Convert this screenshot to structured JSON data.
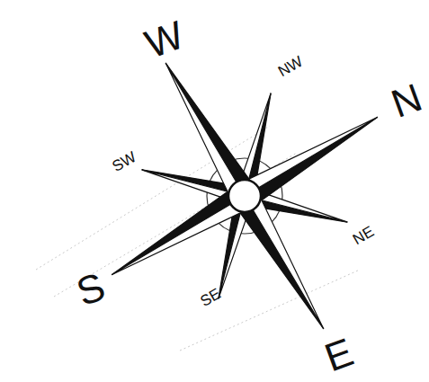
{
  "diagram": {
    "labels": [
      "W",
      "NW",
      "N",
      "SW",
      "NE",
      "S",
      "SE",
      "E"
    ]
  }
}
